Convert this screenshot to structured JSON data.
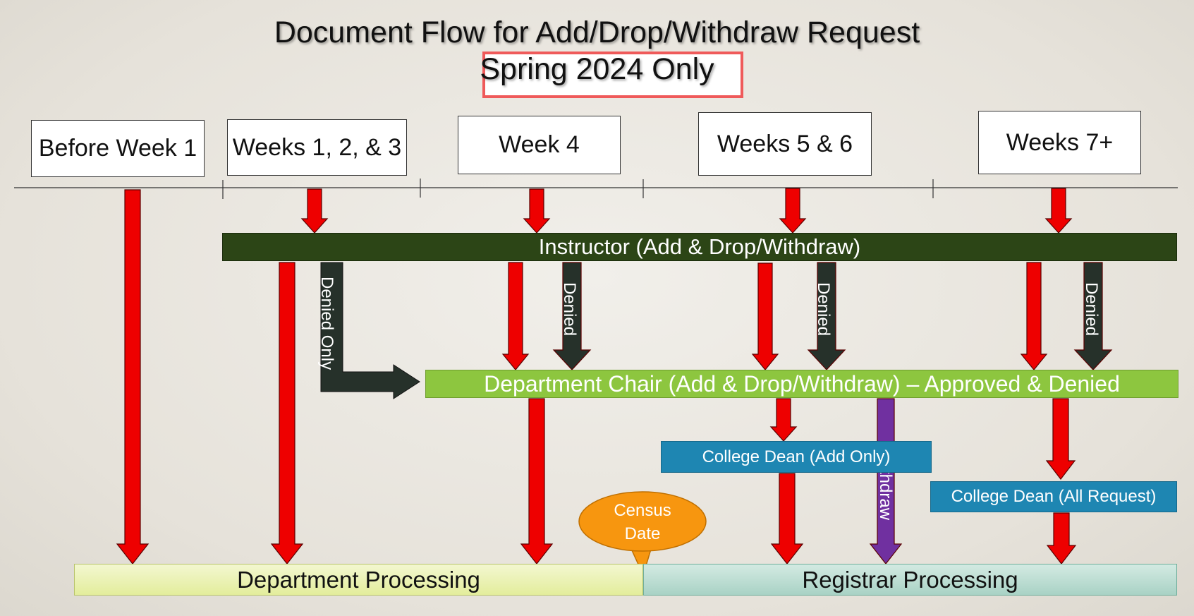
{
  "title": "Document Flow for Add/Drop/Withdraw Request",
  "subtitle": "Spring 2024 Only",
  "weeks": [
    "Before Week 1",
    "Weeks 1, 2, & 3",
    "Week 4",
    "Weeks 5 & 6",
    "Weeks 7+"
  ],
  "stages": {
    "instructor": "Instructor (Add & Drop/Withdraw)",
    "chair": "Department Chair (Add & Drop/Withdraw) – Approved & Denied",
    "dean_add": "College Dean (Add Only)",
    "dean_all": "College Dean (All Request)",
    "dept_processing": "Department Processing",
    "registrar_processing": "Registrar Processing"
  },
  "arrow_labels": {
    "denied_only": "Denied Only",
    "denied": "Denied",
    "withdraw": "Withdraw"
  },
  "callout": {
    "line1": "Census",
    "line2": "Date"
  },
  "colors": {
    "approve_arrow": "#ee0000",
    "denied_arrow": "#26312a",
    "withdraw_arrow": "#7030a0",
    "instructor": "#2c4516",
    "chair": "#8dc63f",
    "dean": "#1e86b2",
    "census": "#f7960f",
    "subtitle_border": "#ef5a5a"
  }
}
